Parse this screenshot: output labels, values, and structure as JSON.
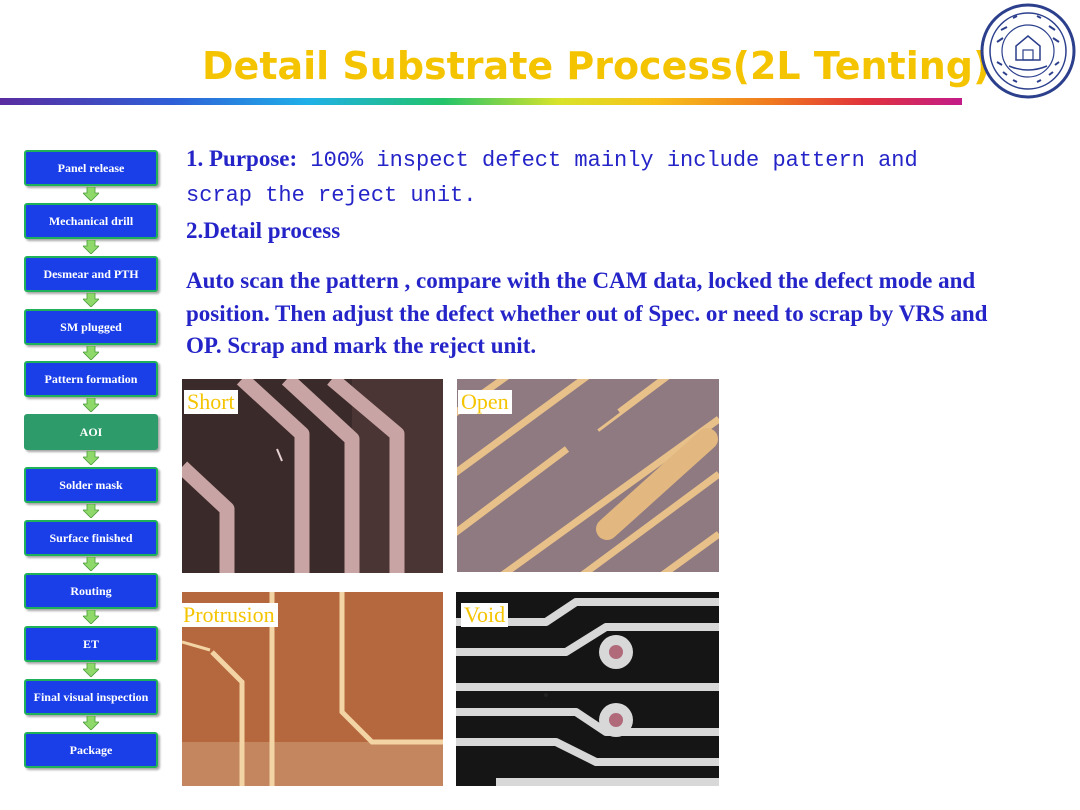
{
  "header": {
    "title": "Detail Substrate Process(2L Tenting)",
    "seal_text": "UNIVERSITAS AMOIENSIS"
  },
  "flow": {
    "steps": [
      "Panel release",
      "Mechanical drill",
      "Desmear and PTH",
      "SM plugged",
      "Pattern formation",
      "AOI",
      "Solder mask",
      "Surface finished",
      "Routing",
      "ET",
      "Final visual inspection",
      "Package"
    ],
    "active_step": "AOI"
  },
  "content": {
    "purpose_lead": "1. Purpose:",
    "purpose_text": " 100% inspect defect mainly include pattern and scrap the reject unit.",
    "section2_title": "2.Detail process",
    "section2_text": "Auto scan the pattern , compare with the CAM data, locked the defect mode and position. Then adjust the defect whether out of Spec. or need to scrap by VRS and OP. Scrap and mark the reject unit."
  },
  "photos": {
    "short": "Short",
    "open": "Open",
    "protrusion": "Protrusion",
    "void": "Void"
  },
  "colors": {
    "title": "#f5c400",
    "body_text": "#2424c8",
    "flow_step": "#1a3fe8",
    "flow_active": "#2e9c6a",
    "arrow": "#8fd96a"
  }
}
